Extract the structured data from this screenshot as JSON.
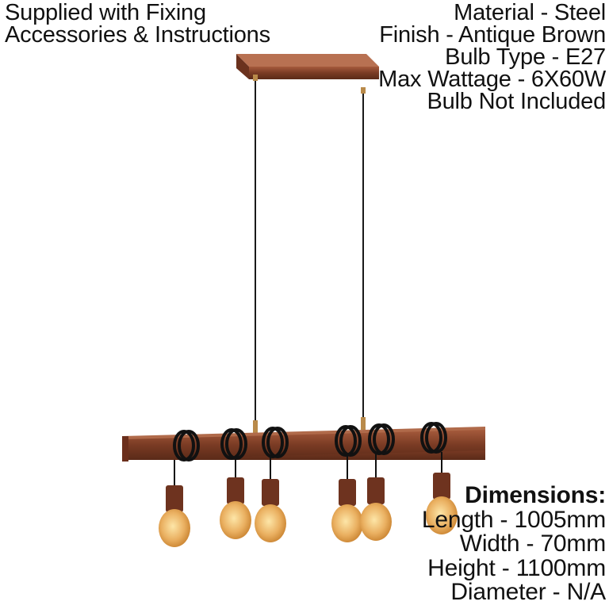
{
  "top_left": {
    "lines": [
      "Supplied with Fixing",
      "Accessories & Instructions"
    ]
  },
  "top_right": {
    "lines": [
      "Material - Steel",
      "Finish - Antique Brown",
      "Bulb Type - E27",
      "Max Wattage - 6X60W",
      "Bulb Not Included"
    ]
  },
  "dimensions": {
    "heading": "Dimensions:",
    "lines": [
      "Length - 1005mm",
      "Width - 70mm",
      "Height - 1100mm",
      "Diameter - N/A"
    ]
  },
  "product": {
    "icon": "pendant-light-icon",
    "bulb_count": 6,
    "colors": {
      "wood": "#7a3b24",
      "wood_light": "#a4583a",
      "cable": "#111111",
      "bulb": "#e6a64a",
      "brass": "#b98a4a"
    }
  }
}
